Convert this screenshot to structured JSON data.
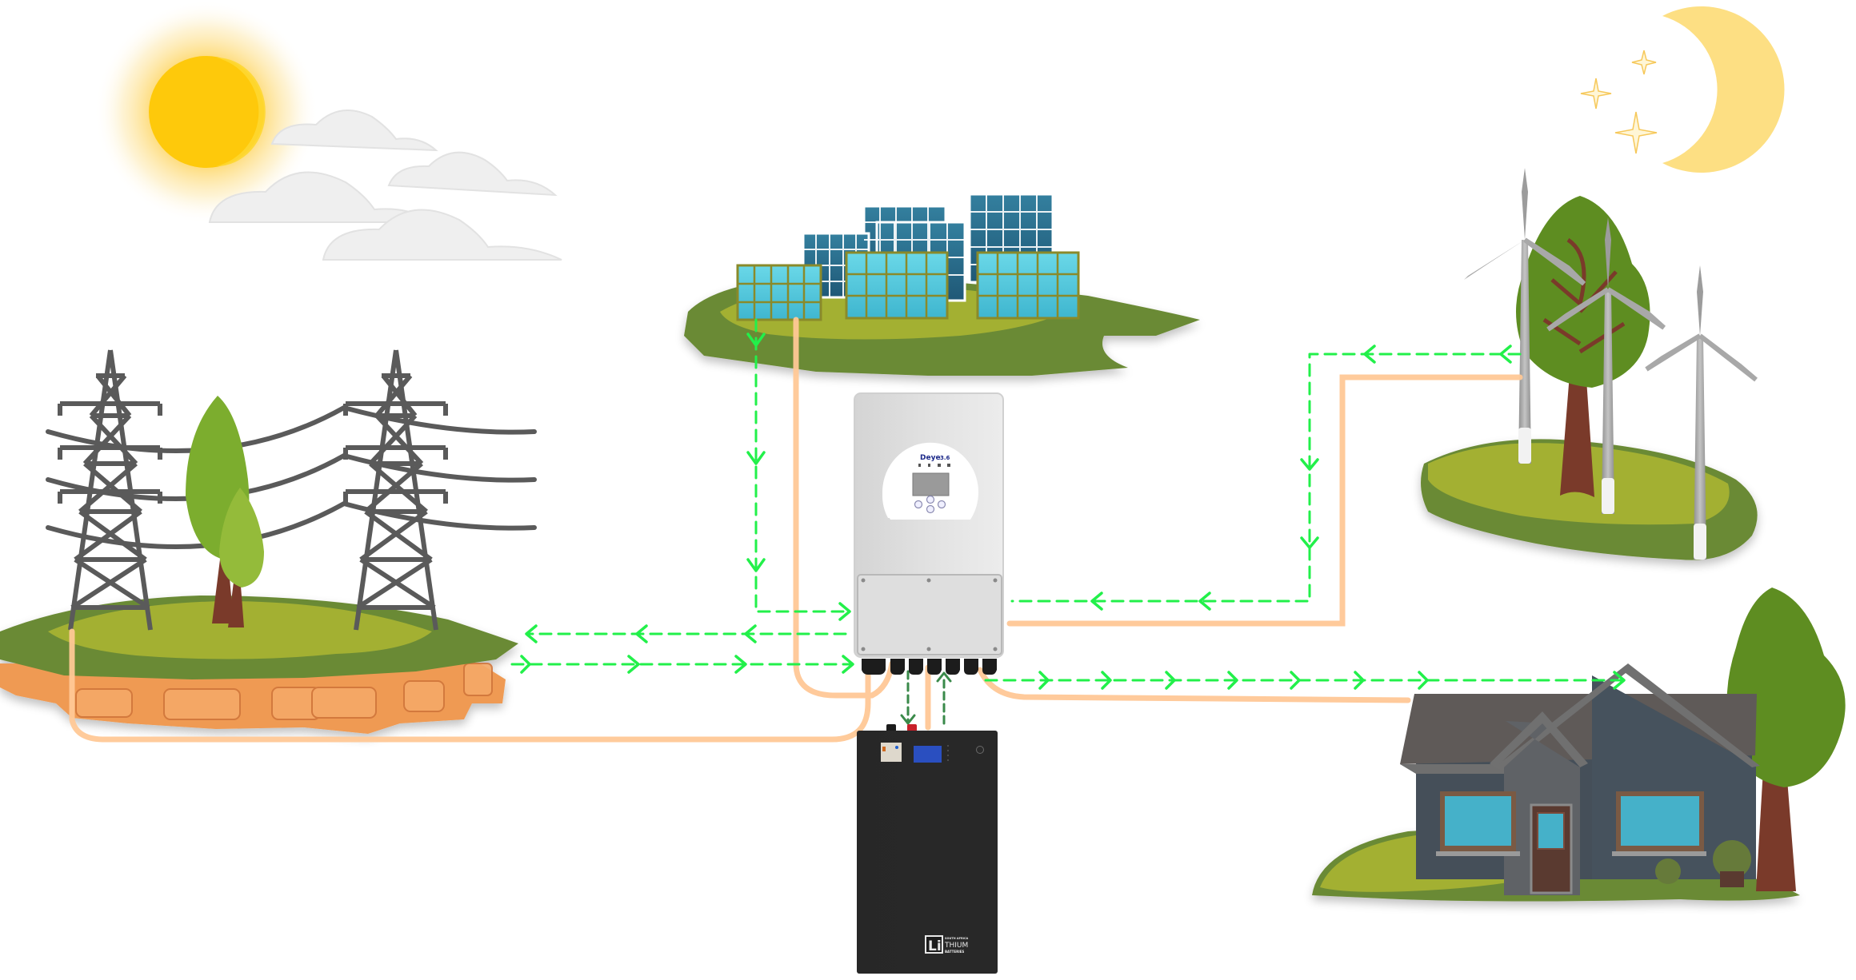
{
  "diagram": {
    "title": "Hybrid solar inverter energy flow",
    "colors": {
      "flow_arrow": "#22f04a",
      "flow_arrow_battery": "#3a8a4a",
      "cable": "#ffc896",
      "grass_light": "#a3b033",
      "grass_dark": "#6b8a36",
      "soil": "#ef9a52",
      "sun": "#fec90b",
      "moon": "#fddf83",
      "inverter_body": "#e0e0e0",
      "battery_body": "#1c1c1c",
      "panel_light": "#5bd2e6",
      "panel_dark": "#2c6f8f",
      "house_wall": "#454f59",
      "roof": "#5f5a58"
    },
    "nodes": {
      "sky_day": {
        "label": "Sun with clouds",
        "icon": "sun-icon"
      },
      "sky_night": {
        "label": "Moon with stars",
        "icon": "moon-icon"
      },
      "grid": {
        "label": "Utility grid (transmission towers)",
        "icon": "pylon-icon"
      },
      "solar": {
        "label": "Solar PV array",
        "icon": "solar-panel-icon"
      },
      "wind": {
        "label": "Wind turbines",
        "icon": "wind-turbine-icon"
      },
      "inverter": {
        "label": "Hybrid inverter",
        "brand": "Deye",
        "model": "3.6"
      },
      "battery": {
        "label": "Lithium battery",
        "brand_top": "SOUTH AFRICA",
        "brand_mark": "Li",
        "brand_mid": "THIUM",
        "brand_bottom": "BATTERIES"
      },
      "house": {
        "label": "Home load",
        "icon": "house-icon"
      }
    },
    "flows": [
      {
        "from": "solar",
        "to": "inverter",
        "direction": "down-then-right"
      },
      {
        "from": "inverter",
        "to": "grid",
        "direction": "left"
      },
      {
        "from": "grid",
        "to": "inverter",
        "direction": "right"
      },
      {
        "from": "wind",
        "to": "inverter",
        "direction": "left-down-left"
      },
      {
        "from": "inverter",
        "to": "house",
        "direction": "right"
      },
      {
        "from": "inverter",
        "to": "battery",
        "direction": "down"
      },
      {
        "from": "battery",
        "to": "inverter",
        "direction": "up"
      }
    ]
  }
}
